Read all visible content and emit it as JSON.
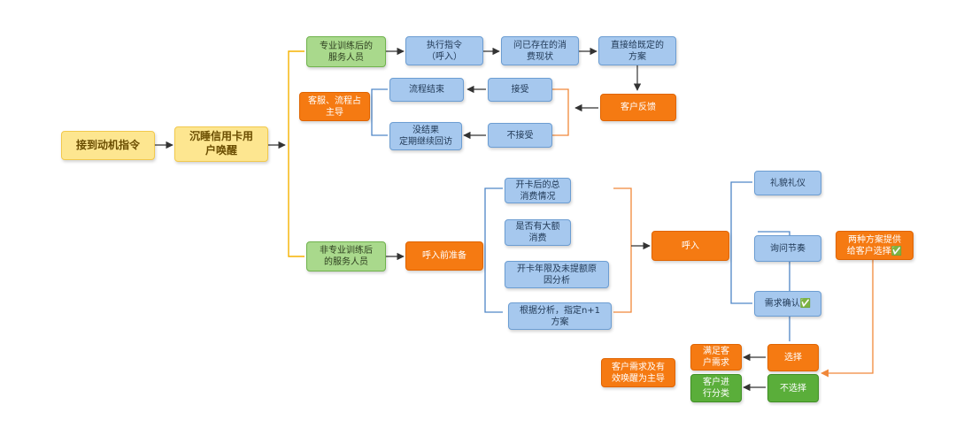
{
  "nodes": {
    "motive": "接到动机指令",
    "dormant": "沉睡信用卡用\n户唤醒",
    "pro_staff": "专业训练后的\n服务人员",
    "exec": "执行指令\n（呼入）",
    "ask_status": "问已存在的消\n费现状",
    "give_plan": "直接给既定的\n方案",
    "feedback": "客户反馈",
    "accept": "接受",
    "reject": "不接受",
    "flow_end": "流程结束",
    "followup": "没结果\n定期继续回访",
    "cs_lead": "客服、流程占\n主导",
    "nonpro_staff": "非专业训练后\n的服务人员",
    "prep": "呼入前准备",
    "total_spend": "开卡后的总\n消费情况",
    "large_spend": "是否有大额\n消费",
    "years": "开卡年限及未提额原\n因分析",
    "plan_n1": "根据分析，指定n+1\n方案",
    "call_in": "呼入",
    "etiquette": "礼貌礼仪",
    "rhythm": "询问节奏",
    "confirm": "需求确认✅",
    "two_plans": "两种方案提供\n给客户选择✅",
    "choose": "选择",
    "not_choose": "不选择",
    "satisfy": "满足客\n户需求",
    "classify": "客户进\n行分类",
    "cust_lead": "客户需求及有\n效唤醒为主导"
  },
  "colors": {
    "line": "#333333",
    "branch": "#f5b200",
    "bracket_blue": "#4f86c6",
    "bracket_orange": "#f0883a"
  }
}
